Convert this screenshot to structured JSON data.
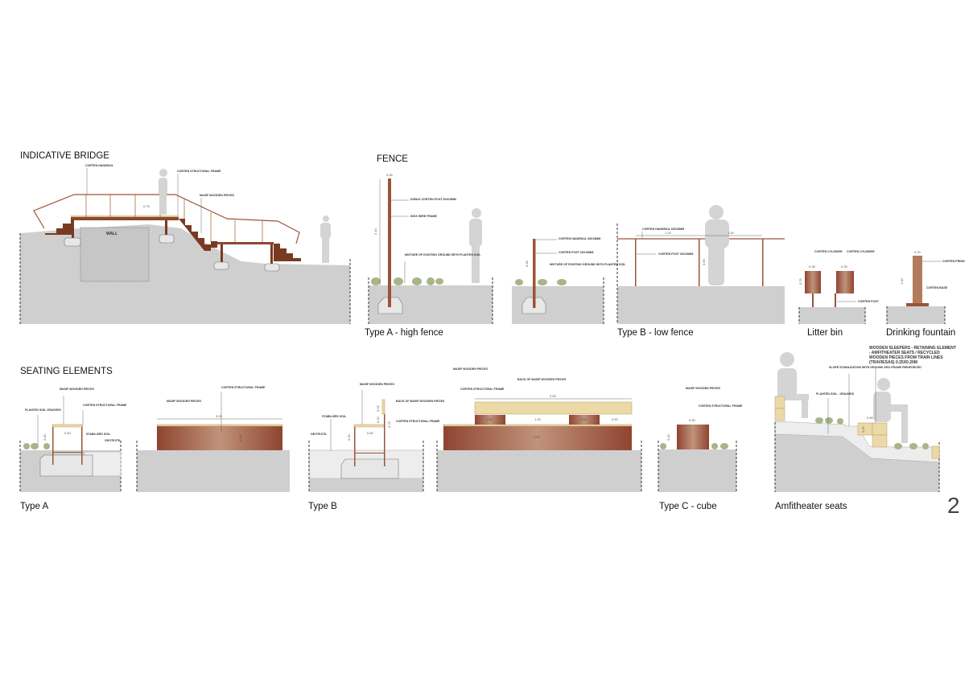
{
  "page_number": "2",
  "bridge": {
    "title": "INDICATIVE BRIDGE",
    "labels": {
      "handrail": "CORTEN HANDRAIL",
      "frame": "CORTEN STRUCTURAL FRAME",
      "wood": "MASIF WOODEN PIECES",
      "wall": "WALL"
    },
    "dims": {
      "height": "0.75"
    }
  },
  "fence": {
    "title": "FENCE",
    "type_a": {
      "caption": "Type A - high fence",
      "labels": {
        "post": "DOBLE CORTEN POST 60X15MM",
        "wire": "INOX WIRE FRAME",
        "soil": "MIXTURE OF EXISTING GROUND WITH PLANTED SOIL",
        "handrail": "CORTEN HANDRAIL 60X15MM",
        "post2": "CORTEN POST 60X15MM",
        "soil2": "MIXTURE OF EXISTING GROUND WITH PLANTED SOIL"
      },
      "dims": {
        "top": "0.06",
        "height": "2.10",
        "height2": "0.90"
      }
    },
    "type_b": {
      "caption": "Type B - low fence",
      "labels": {
        "handrail": "CORTEN HANDRAIL 60X15MM",
        "post": "CORTEN POST 60X15MM"
      },
      "dims": {
        "span1": "1.20",
        "span2": "1.20",
        "height": "0.90"
      }
    }
  },
  "litter_bin": {
    "caption": "Litter bin",
    "labels": {
      "cyl1": "CORTEN CYLINDER",
      "cyl2": "CORTEN CYLINDER",
      "post": "CORTEN POST"
    },
    "dims": {
      "w1": "0.35",
      "w2": "0.35",
      "h": "0.75"
    }
  },
  "drinking_fountain": {
    "caption": "Drinking fountain",
    "labels": {
      "prism": "CORTEN PRISM",
      "base": "CORTEN BASE"
    },
    "dims": {
      "w": "0.15",
      "h": "1.00"
    }
  },
  "seating": {
    "title": "SEATING ELEMENTS",
    "type_a": {
      "caption": "Type A",
      "labels": {
        "wood": "MASIF WOODEN PIECES",
        "frame": "CORTEN STRUCTURAL FRAME",
        "grass": "PLANTED SOIL GRASSES",
        "soil": "STABILIZED SOIL",
        "geo": "GEOTEXTIL",
        "wood2": "MASIF WOODEN PIECES",
        "frame2": "CORTEN STRUCTURAL FRAME"
      },
      "dims": {
        "depth": "0.50",
        "height": "0.40",
        "length": "3.00",
        "height2": "0.40"
      }
    },
    "type_b": {
      "caption": "Type B",
      "labels": {
        "wood": "MASIF WOODEN PIECES",
        "back": "BACK OF MASIF WOODEN PIECES",
        "frame": "CORTEN STRUCTURAL FRAME",
        "soil": "STABILIZED SOIL",
        "geo": "GEOTEXTIL",
        "wood2": "MASIF WOODEN PIECES",
        "frame2": "CORTEN STRUCTURAL FRAME",
        "back2": "BACK OF MASIF WOODEN PIECES"
      },
      "dims": {
        "depth": "0.50",
        "h": "0.40",
        "back": "0.25",
        "gap": "0.15",
        "total": "0.75",
        "top": "2.50",
        "seg1": "0.50",
        "mid": "1.00",
        "seg2": "0.50",
        "seg3": "0.50",
        "length": "3.00"
      }
    },
    "type_c": {
      "caption": "Type C - cube",
      "labels": {
        "wood": "MASIF WOODEN PIECES",
        "frame": "CORTEN STRUCTURAL FRAME"
      },
      "dims": {
        "w": "0.50",
        "h": "0.40"
      }
    },
    "amphitheater": {
      "caption": "Amfitheater seats",
      "labels": {
        "grass": "PLANTED SOIL - GRASSES",
        "slope": "SLOPE STABILIZATION WITH GROUND GEO-FRAME REINFORCED",
        "sleepers": "WOODEN SLEEPERS - RETAINING ELEMENT - AMFITHEATER SEATS / RECYCLED WOODEN PIECES FROM TRAIN LINES (TRAVIESAS) 0.25X0.20M"
      },
      "dims": {
        "w": "0.50",
        "h": "0.20"
      }
    }
  }
}
